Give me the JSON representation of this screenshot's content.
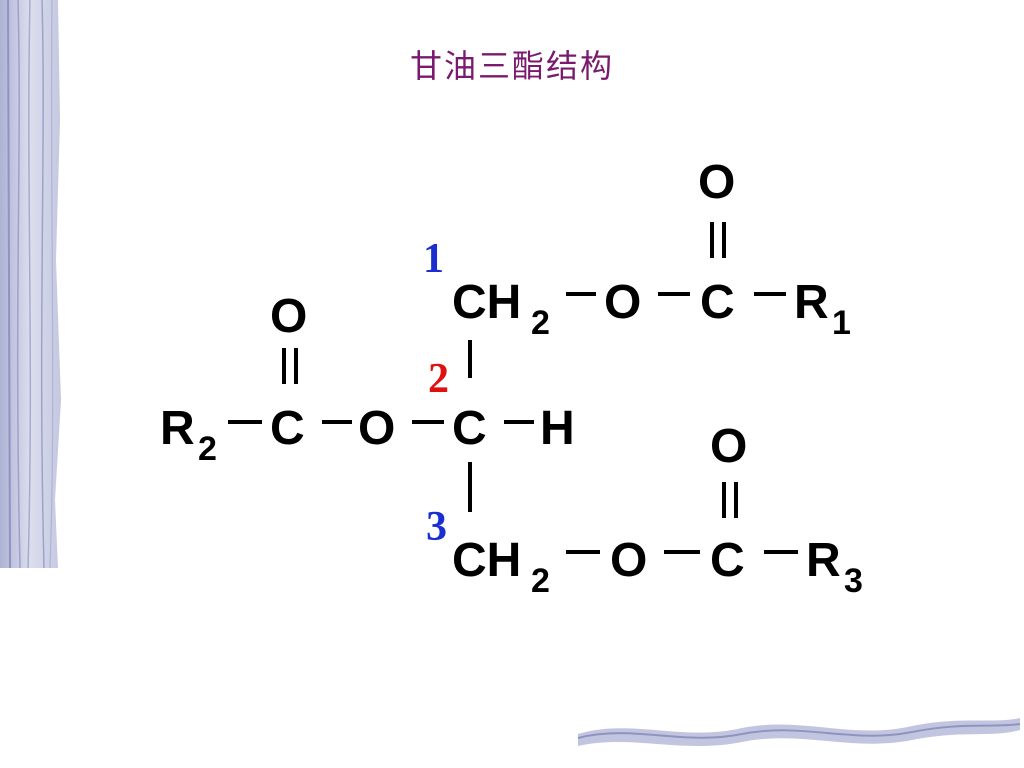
{
  "title": "甘油三酯结构",
  "atoms": {
    "o_top1": "O",
    "ch2_1": "CH",
    "ch2_1_sub": "2",
    "o_ester1": "O",
    "c_carbonyl1": "C",
    "r1": "R",
    "r1_sub": "1",
    "o_top2": "O",
    "r2": "R",
    "r2_sub": "2",
    "c_carbonyl2": "C",
    "o_ester2": "O",
    "c_center": "C",
    "h_center": "H",
    "o_top3": "O",
    "ch2_3": "CH",
    "ch2_3_sub": "2",
    "o_ester3": "O",
    "c_carbonyl3": "C",
    "r3": "R",
    "r3_sub": "3"
  },
  "position_labels": {
    "one": "1",
    "two": "2",
    "three": "3"
  },
  "colors": {
    "title": "#7a1a6e",
    "label_1": "#1a2fd0",
    "label_2": "#e01010",
    "label_3": "#1a2fd0",
    "decor": "#b8bcd8"
  }
}
